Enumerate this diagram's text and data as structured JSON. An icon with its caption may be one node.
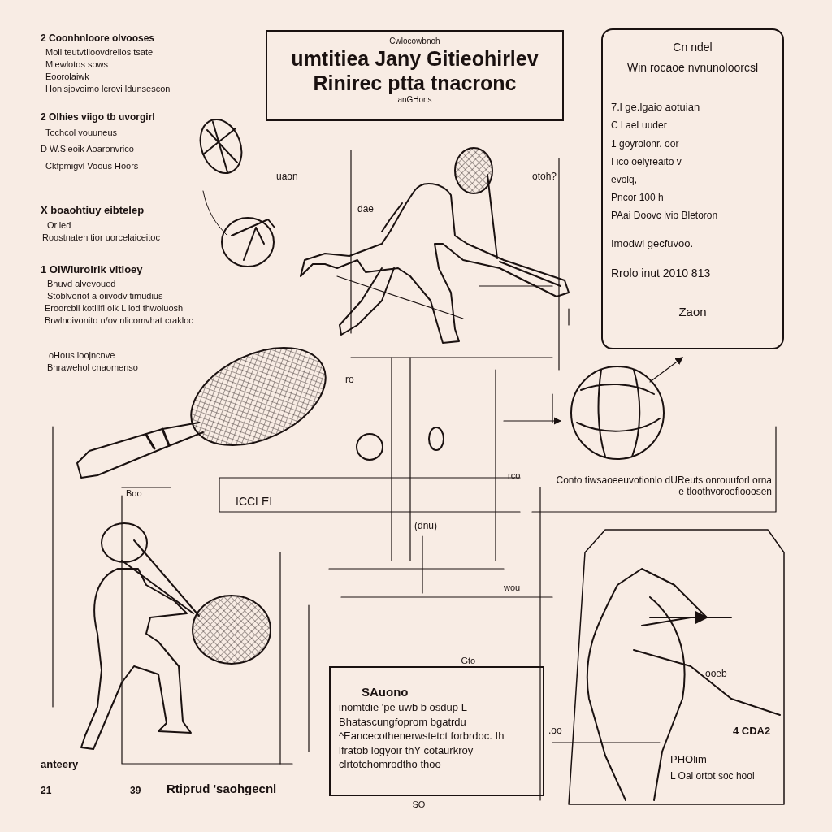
{
  "diagram": {
    "nodes": [
      {
        "text": [
          "Cwlocowbnoh",
          "umtitiea Jany Gitieohirlev",
          "Rinirec ptta tnacronc",
          "anGHons"
        ]
      },
      {
        "text": [
          "Cn ndel",
          "Win rocaoe nvnunoloorcsl",
          "7.l ge.lgaio aotuian",
          "C l aeLuuder",
          "1 goyrolonr. oor",
          "I ico oelyreaito v",
          "evolq,",
          "Pncor 100 h",
          "PAai Doovc lvio Bletoron",
          "Imodwl gecfuvoo.",
          "Rrolo inut 2010 813",
          "Zaon"
        ]
      },
      {
        "beside": [
          "Gto",
          "SO"
        ],
        "text": [
          "SAuono",
          "inomtdie 'pe uwb b osdup L Bhatascungfoprom bgatrdu ^Eancecothenerwstetct forbrdoc. Ih lfratob logyoir thY cotaurkroy clrtotchomrodtho thoo"
        ]
      }
    ],
    "labels": [
      "2 Coonhnloore olvooses",
      "Moll teutvtlioovdrelios tsate",
      "Mlewlotos sows",
      "Eoorolaiwk",
      "Honisjovoimo lcrovi ldunsescon",
      "2 Olhies viigo tb uvorgirl",
      "Tochcol vouuneus",
      "D W.Sieoik Aoaronvrico",
      "Ckfpmigvl Voous Hoors",
      "X boaohtiuy eibtelep",
      "Oriied",
      "Roostnaten tior uorcelaiceitoc",
      "1 OlWiuroirik vitloey",
      "Bnuvd alvevoued",
      "Stoblvoriot a oiivodv timudius",
      "Eroorcbli kotlilfi olk L lod thwoluosh",
      "Brwlnoivonito n/ov nlicomvhat crakloc",
      "oHous loojncnve",
      "Bnrawehol cnaomenso",
      "uaon",
      "dae",
      "otoh?",
      "Boo",
      "ro",
      "rco",
      "ICCLEI",
      "(dnu)",
      "wou",
      ".oo",
      "Conto tiwsaoeeuvotionlo dUReuts onrouuforl orna e tloothvorooflooosen",
      "ooeb",
      "4 CDA2",
      "PHOlim",
      "L Oai ortot soc hool",
      "anteery",
      "21",
      "39",
      "Rtiprud 'saohgecnl"
    ]
  }
}
